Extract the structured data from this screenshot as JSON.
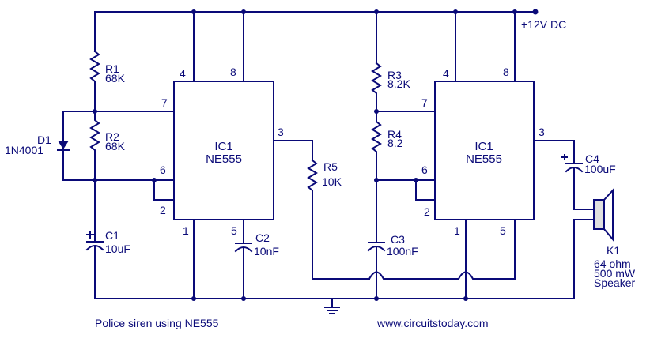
{
  "title": "Police siren using NE555",
  "website": "www.circuitstoday.com",
  "supply": "+12V DC",
  "colors": {
    "ink": "#0a0a78",
    "background": "#ffffff",
    "speaker_fill": "#e0e0e0"
  },
  "components": {
    "R1": {
      "ref": "R1",
      "value": "68K"
    },
    "R2": {
      "ref": "R2",
      "value": "68K"
    },
    "R3": {
      "ref": "R3",
      "value": "8.2K"
    },
    "R4": {
      "ref": "R4",
      "value": "8.2"
    },
    "R5": {
      "ref": "R5",
      "value": "10K"
    },
    "C1": {
      "ref": "C1",
      "value": "10uF",
      "polarity": "+"
    },
    "C2": {
      "ref": "C2",
      "value": "10nF"
    },
    "C3": {
      "ref": "C3",
      "value": "100nF"
    },
    "C4": {
      "ref": "C4",
      "value": "100uF",
      "polarity": "+"
    },
    "D1": {
      "ref": "D1",
      "value": "1N4001"
    },
    "IC_left": {
      "ref": "IC1",
      "part": "NE555",
      "pins": {
        "p4": "4",
        "p8": "8",
        "p7": "7",
        "p6": "6",
        "p2": "2",
        "p3": "3",
        "p1": "1",
        "p5": "5"
      }
    },
    "IC_right": {
      "ref": "IC1",
      "part": "NE555",
      "pins": {
        "p4": "4",
        "p8": "8",
        "p7": "7",
        "p6": "6",
        "p2": "2",
        "p3": "3",
        "p1": "1",
        "p5": "5"
      }
    },
    "K1": {
      "ref": "K1",
      "line1": "64 ohm",
      "line2": "500 mW",
      "line3": "Speaker"
    }
  }
}
